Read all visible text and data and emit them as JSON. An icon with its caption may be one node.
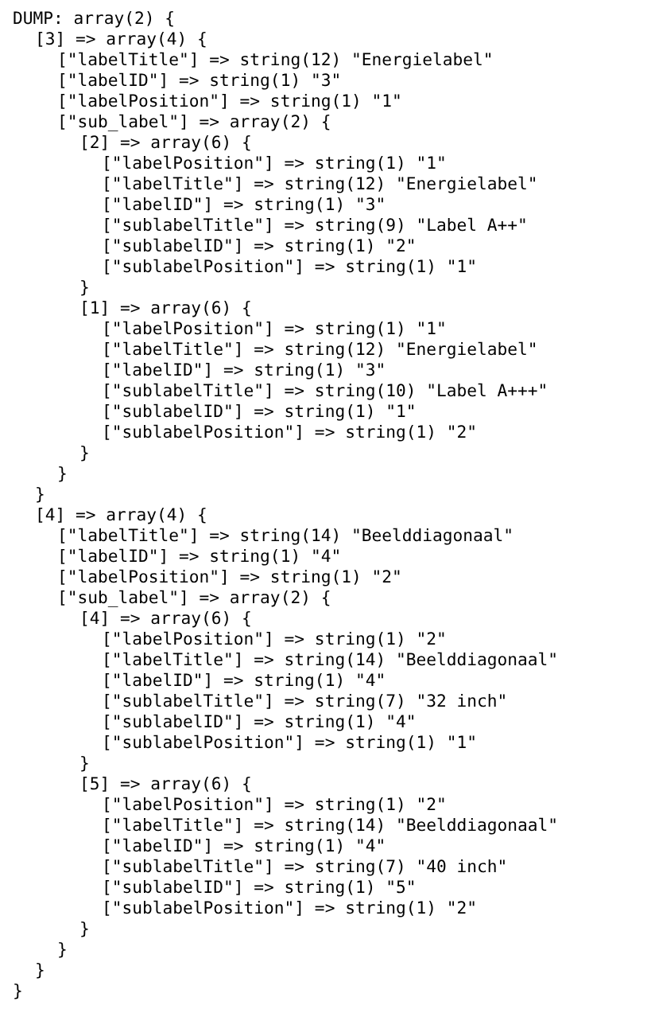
{
  "diagram": {
    "labels": [
      "DUMP: array(2) {",
      "[3] => array(4) {",
      "[\"labelTitle\"] => string(12) \"Energielabel\"",
      "[\"labelID\"] => string(1) \"3\"",
      "[\"labelPosition\"] => string(1) \"1\"",
      "[\"sub_label\"] => array(2) {",
      "[2] => array(6) {",
      "[\"labelPosition\"] => string(1) \"1\"",
      "[\"labelTitle\"] => string(12) \"Energielabel\"",
      "[\"labelID\"] => string(1) \"3\"",
      "[\"sublabelTitle\"] => string(9) \"Label A++\"",
      "[\"sublabelID\"] => string(1) \"2\"",
      "[\"sublabelPosition\"] => string(1) \"1\"",
      "}",
      "[1] => array(6) {",
      "[\"labelPosition\"] => string(1) \"1\"",
      "[\"labelTitle\"] => string(12) \"Energielabel\"",
      "[\"labelID\"] => string(1) \"3\"",
      "[\"sublabelTitle\"] => string(10) \"Label A+++\"",
      "[\"sublabelID\"] => string(1) \"1\"",
      "[\"sublabelPosition\"] => string(1) \"2\"",
      "}",
      "}",
      "}",
      "[4] => array(4) {",
      "[\"labelTitle\"] => string(14) \"Beelddiagonaal\"",
      "[\"labelID\"] => string(1) \"4\"",
      "[\"labelPosition\"] => string(1) \"2\"",
      "[\"sub_label\"] => array(2) {",
      "[4] => array(6) {",
      "[\"labelPosition\"] => string(1) \"2\"",
      "[\"labelTitle\"] => string(14) \"Beelddiagonaal\"",
      "[\"labelID\"] => string(1) \"4\"",
      "[\"sublabelTitle\"] => string(7) \"32 inch\"",
      "[\"sublabelID\"] => string(1) \"4\"",
      "[\"sublabelPosition\"] => string(1) \"1\"",
      "}",
      "[5] => array(6) {",
      "[\"labelPosition\"] => string(1) \"2\"",
      "[\"labelTitle\"] => string(14) \"Beelddiagonaal\"",
      "[\"labelID\"] => string(1) \"4\"",
      "[\"sublabelTitle\"] => string(7) \"40 inch\"",
      "[\"sublabelID\"] => string(1) \"5\"",
      "[\"sublabelPosition\"] => string(1) \"2\"",
      "}",
      "}",
      "}",
      "}"
    ]
  }
}
